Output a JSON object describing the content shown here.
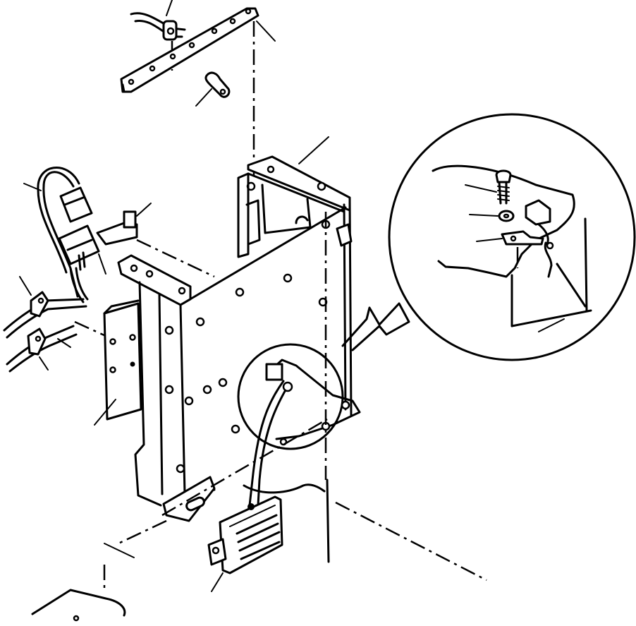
{
  "figure": {
    "labels": []
  },
  "parts": [
    {
      "id": "top-bracket-plate"
    },
    {
      "id": "hose-clamp-top"
    },
    {
      "id": "wire-terminal"
    },
    {
      "id": "controller-bracket"
    },
    {
      "id": "wire-harness"
    },
    {
      "id": "connector"
    },
    {
      "id": "small-clip"
    },
    {
      "id": "hose-clamp-left-upper"
    },
    {
      "id": "hose-clamp-left-lower"
    },
    {
      "id": "cover-plate"
    },
    {
      "id": "regulator-module"
    },
    {
      "id": "detail-bolt"
    },
    {
      "id": "detail-washer"
    },
    {
      "id": "detail-ground-terminal"
    },
    {
      "id": "detail-connector"
    }
  ]
}
